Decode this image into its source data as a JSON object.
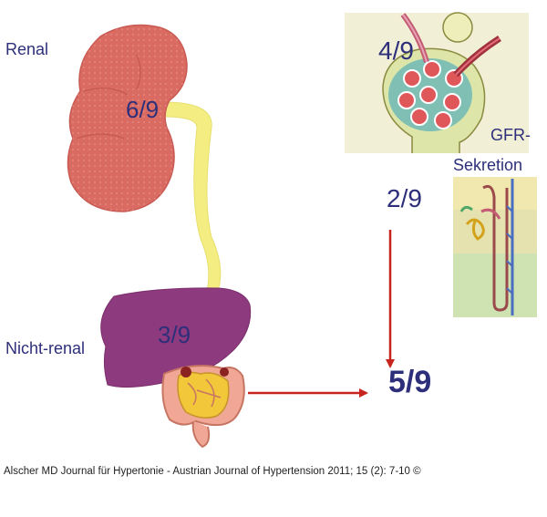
{
  "labels": {
    "renal": "Renal",
    "nicht_renal": "Nicht-renal",
    "gfr": "GFR-",
    "sekretion": "Sekretion"
  },
  "fractions": {
    "kidney": "6/9",
    "liver": "3/9",
    "glomerulus": "4/9",
    "tubular": "2/9",
    "total": "5/9"
  },
  "citation": "Alscher MD Journal für Hypertonie - Austrian Journal of Hypertension 2011; 15 (2): 7-10 ©",
  "colors": {
    "text": "#2e2f7a",
    "kidney": "#d96b63",
    "ureter": "#f4ee82",
    "liver": "#8e3a7e",
    "arrow": "#c8241e",
    "panel_bg": "#f1efd6"
  }
}
